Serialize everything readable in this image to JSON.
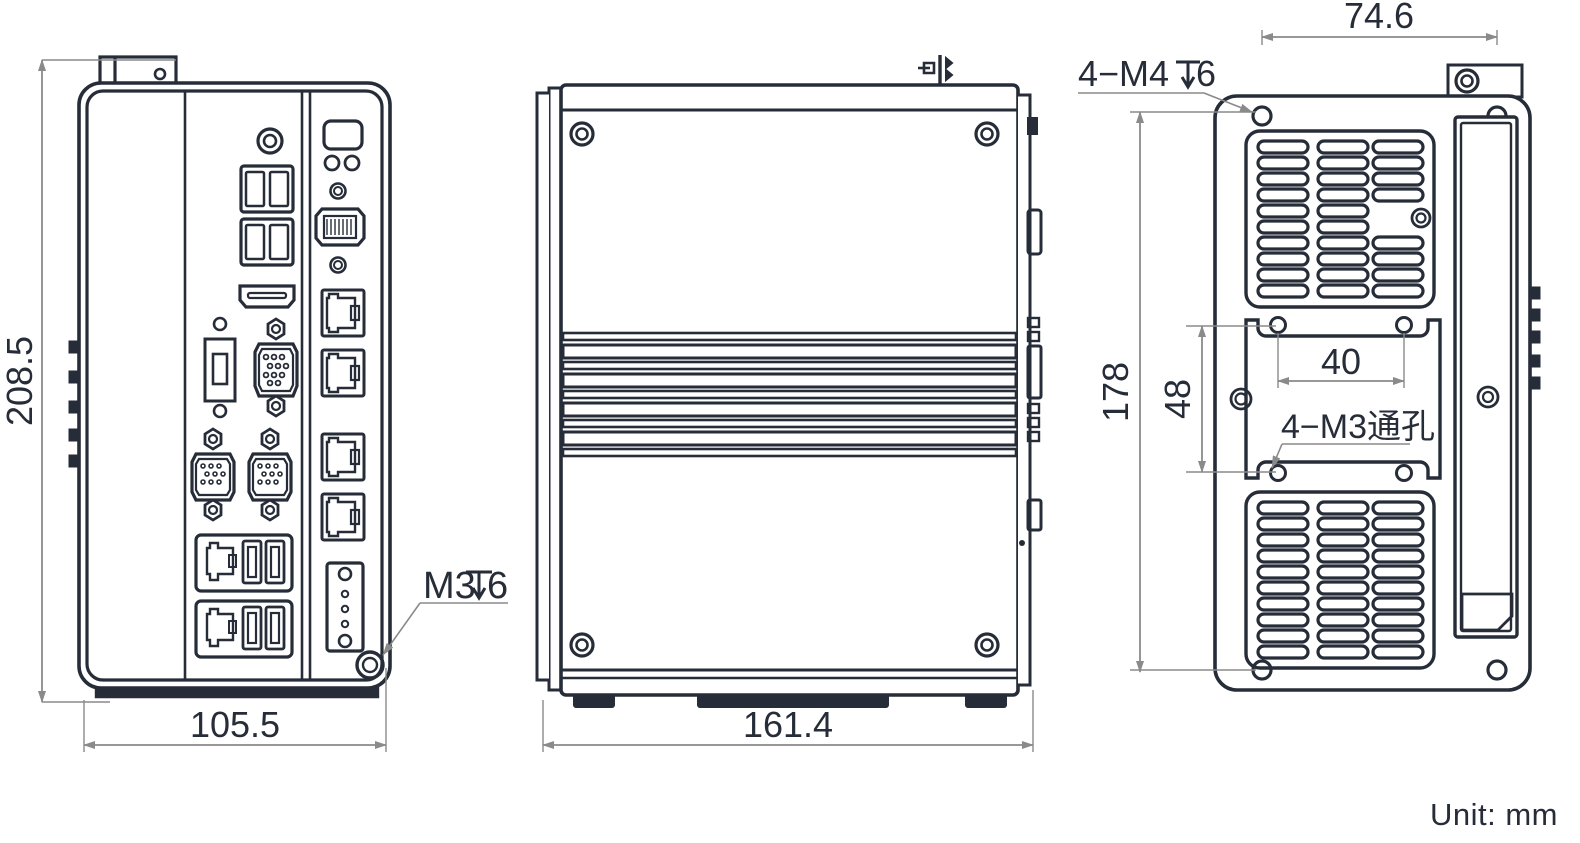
{
  "drawing": {
    "title": "Embedded Box PC Mechanical Dimension Drawing",
    "unit_note": "Unit: mm",
    "line_color": "#262d38",
    "dim_color": "#8a8a8a",
    "background": "#ffffff"
  },
  "views": {
    "front": {
      "name": "front-io-view",
      "dimensions": {
        "height": "208.5",
        "width": "105.5"
      },
      "callouts": [
        {
          "label": "M3–6",
          "text_parts": {
            "thread": "M3",
            "depth_symbol": "↧",
            "depth": "6"
          }
        }
      ],
      "ports": [
        "audio-jack",
        "usb-port",
        "usb-port",
        "usb-port",
        "usb-port",
        "hdmi-port",
        "dvi-port",
        "vga-port",
        "serial-db9-port",
        "serial-db9-port",
        "lan-usb-combo",
        "lan-usb-combo",
        "power-button",
        "led-indicator",
        "led-indicator",
        "antenna-hole",
        "antenna-hole",
        "display-port",
        "rj45-port",
        "rj45-port",
        "rj45-port",
        "rj45-port",
        "terminal-block"
      ]
    },
    "side": {
      "name": "side-view",
      "dimensions": {
        "width": "161.4"
      }
    },
    "rear": {
      "name": "rear-mount-view",
      "dimensions": {
        "mount_width": "74.6",
        "mount_height": "178",
        "hole_spacing_v": "48",
        "hole_spacing_h": "40"
      },
      "callouts": [
        {
          "label": "4−M4↧6",
          "text_parts": {
            "count": "4−",
            "thread": "M4",
            "depth_symbol": "↧",
            "depth": "6"
          }
        },
        {
          "label": "4−M3通孔",
          "text_parts": {
            "count": "4−",
            "thread": "M3",
            "type": "通孔"
          }
        }
      ]
    }
  },
  "labels": {
    "dim_208_5": "208.5",
    "dim_105_5": "105.5",
    "dim_161_4": "161.4",
    "dim_74_6": "74.6",
    "dim_178": "178",
    "dim_48": "48",
    "dim_40": "40",
    "callout_m3": "M3",
    "callout_m3_depth": "6",
    "callout_m4": "4−M4",
    "callout_m4_depth": "6",
    "callout_m3_through": "4−M3通孔",
    "unit": "Unit: mm"
  }
}
